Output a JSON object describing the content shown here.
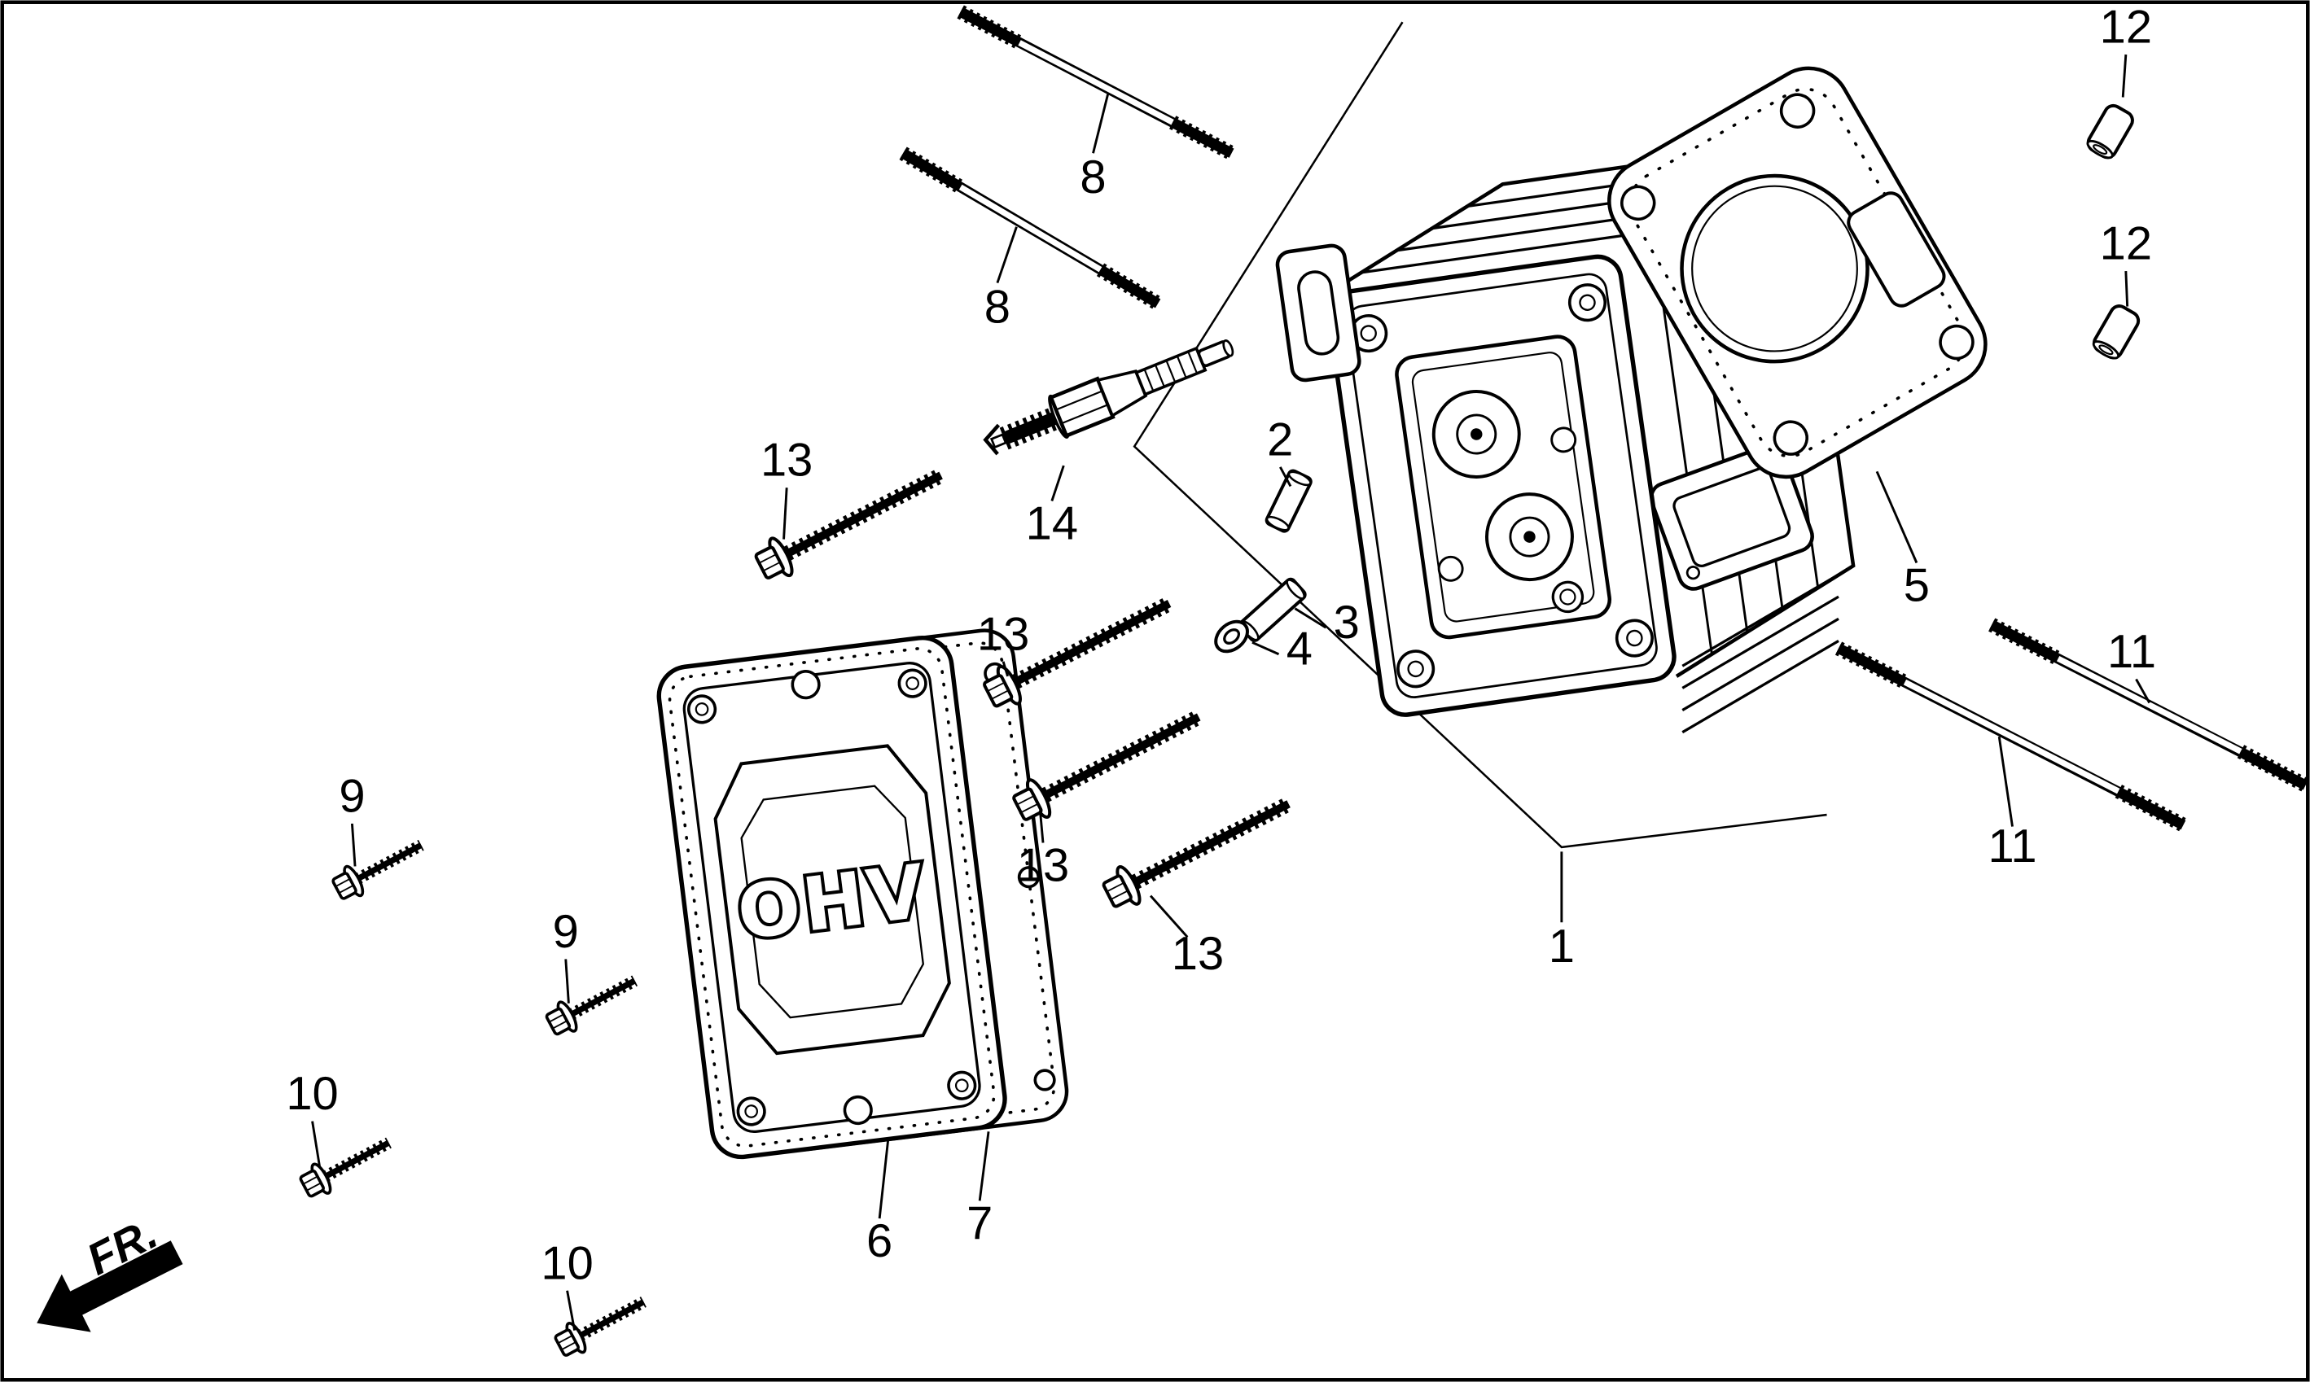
{
  "diagram": {
    "direction_label": "FR.",
    "cover_embossed_text": "OHV",
    "colors": {
      "line": "#000000",
      "background": "#ffffff"
    },
    "callouts": [
      {
        "id": "callout-8-upper",
        "label": "8"
      },
      {
        "id": "callout-8-lower",
        "label": "8"
      },
      {
        "id": "callout-14",
        "label": "14"
      },
      {
        "id": "callout-13-a",
        "label": "13"
      },
      {
        "id": "callout-13-b",
        "label": "13"
      },
      {
        "id": "callout-13-c",
        "label": "13"
      },
      {
        "id": "callout-13-d",
        "label": "13"
      },
      {
        "id": "callout-2",
        "label": "2"
      },
      {
        "id": "callout-3",
        "label": "3"
      },
      {
        "id": "callout-4",
        "label": "4"
      },
      {
        "id": "callout-1",
        "label": "1"
      },
      {
        "id": "callout-5",
        "label": "5"
      },
      {
        "id": "callout-11-upper",
        "label": "11"
      },
      {
        "id": "callout-11-lower",
        "label": "11"
      },
      {
        "id": "callout-12-upper",
        "label": "12"
      },
      {
        "id": "callout-12-lower",
        "label": "12"
      },
      {
        "id": "callout-9-a",
        "label": "9"
      },
      {
        "id": "callout-9-b",
        "label": "9"
      },
      {
        "id": "callout-10-a",
        "label": "10"
      },
      {
        "id": "callout-10-b",
        "label": "10"
      },
      {
        "id": "callout-6",
        "label": "6"
      },
      {
        "id": "callout-7",
        "label": "7"
      }
    ]
  }
}
